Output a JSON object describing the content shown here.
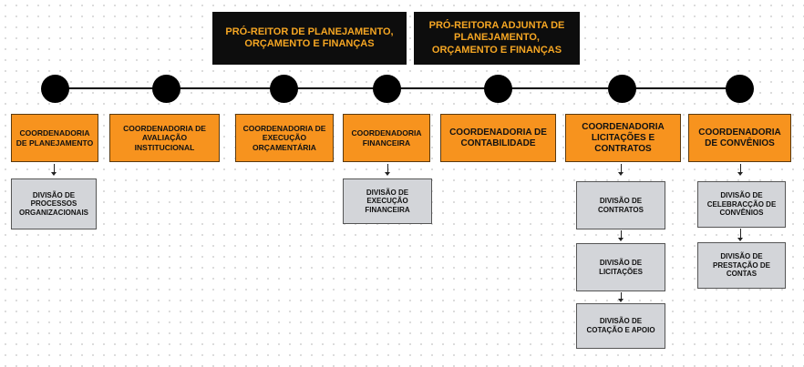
{
  "top_boxes": {
    "pro_reitor": "PRÓ-REITOR DE PLANEJAMENTO, ORÇAMENTO E FINANÇAS",
    "pro_reitora_adjunta": "PRÓ-REITORA ADJUNTA DE PLANEJAMENTO, ORÇAMENTO E FINANÇAS"
  },
  "coordenadorias": [
    "COORDENADORIA DE PLANEJAMENTO",
    "COORDENADORIA DE AVALIAÇÃO INSTITUCIONAL",
    "COORDENADORIA DE EXECUÇÃO ORÇAMENTÁRIA",
    "COORDENADORIA FINANCEIRA",
    "COORDENADORIA DE CONTABILIDADE",
    "COORDENADORIA LICITAÇÕES E CONTRATOS",
    "COORDENADORIA DE CONVÊNIOS"
  ],
  "divisoes": {
    "processos": "DIVISÃO DE PROCESSOS ORGANIZACIONAIS",
    "execucao_financeira": "DIVISÃO DE EXECUÇÃO FINANCEIRA",
    "contratos": "DIVISÃO DE CONTRATOS",
    "licitacoes": "DIVISÃO DE LICITAÇÕES",
    "cotacao": "DIVISÃO DE COTAÇÃO E APOIO",
    "celebracao": "DIVISÃO DE CELEBRACÇÃO DE CONVÊNIOS",
    "prestacao": "DIVISÃO DE PRESTAÇÃO DE CONTAS"
  },
  "colors": {
    "top_bg": "#0d0d0d",
    "top_text": "#f5a623",
    "coord_bg": "#f7931e",
    "div_bg": "#d3d5d9",
    "connector": "#000000"
  }
}
